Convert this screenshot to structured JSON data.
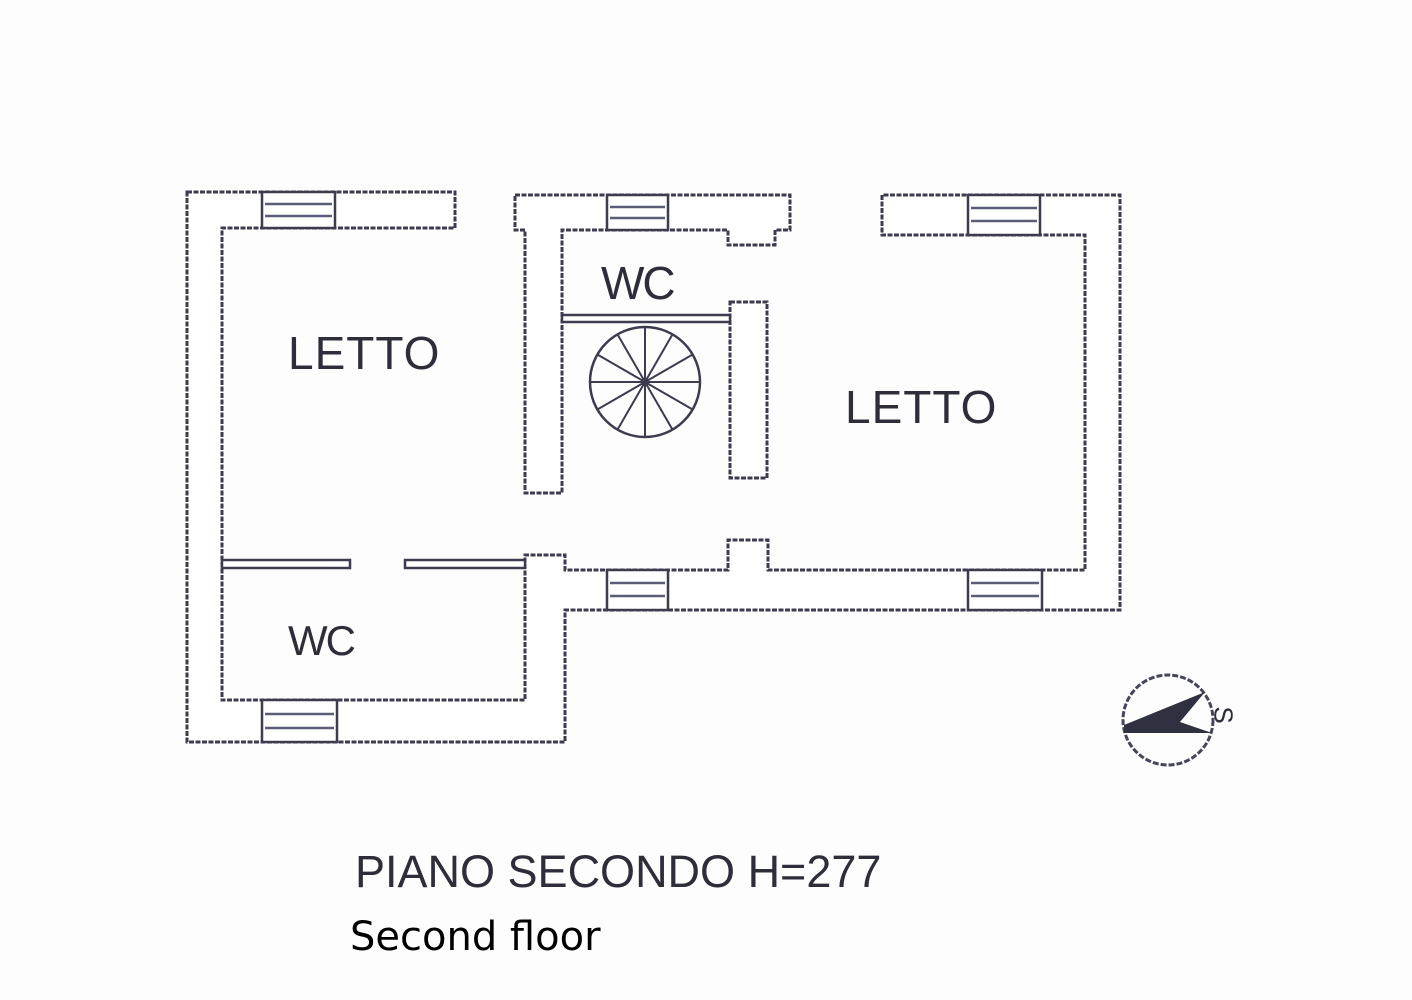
{
  "plan": {
    "rooms": [
      {
        "label": "LETTO"
      },
      {
        "label": "LETTO"
      },
      {
        "label": "WC"
      },
      {
        "label": "WC"
      }
    ],
    "compass_letter": "S",
    "title": "PIANO SECONDO H=277",
    "caption": "Second floor"
  },
  "colors": {
    "line": "#3c3c4e",
    "background": "#fdfdfe"
  }
}
